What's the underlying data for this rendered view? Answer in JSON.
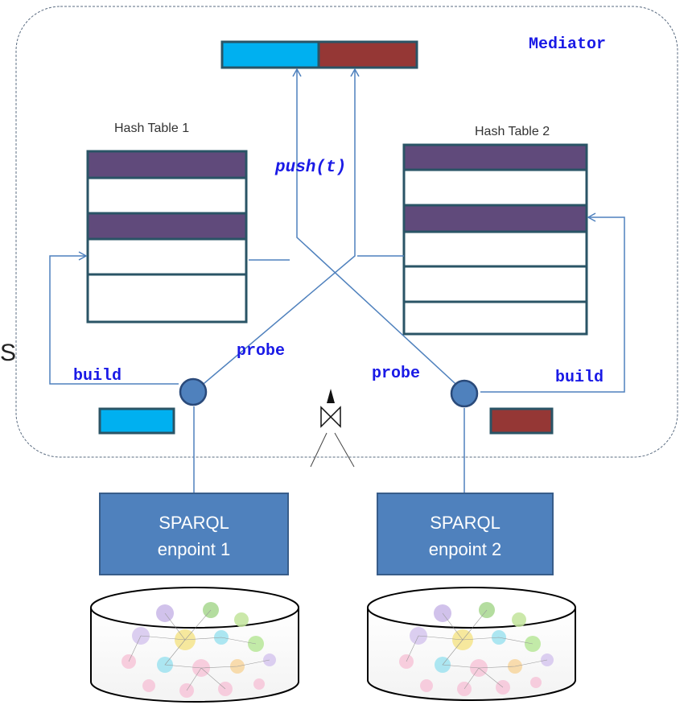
{
  "mediator": {
    "label": "Mediator"
  },
  "hash_tables": [
    {
      "label": "Hash Table 1"
    },
    {
      "label": "Hash Table 2"
    }
  ],
  "operations": {
    "push": "push(t)",
    "probe_left": "probe",
    "probe_right": "probe",
    "build_left": "build",
    "build_right": "build"
  },
  "endpoints": [
    {
      "line1": "SPARQL",
      "line2": "enpoint 1"
    },
    {
      "line1": "SPARQL",
      "line2": "enpoint 2"
    }
  ],
  "edge_fragment": "S",
  "colors": {
    "tuple_blue": "#00b0f0",
    "tuple_red": "#953735",
    "hash_slot_filled": "#604a7b",
    "hash_border": "#2a5466",
    "endpoint_fill": "#4f81bd",
    "endpoint_border": "#385d8a",
    "arrow": "#4f81bd",
    "node_fill": "#4f81bd",
    "text_blue": "#1a1ae6"
  }
}
